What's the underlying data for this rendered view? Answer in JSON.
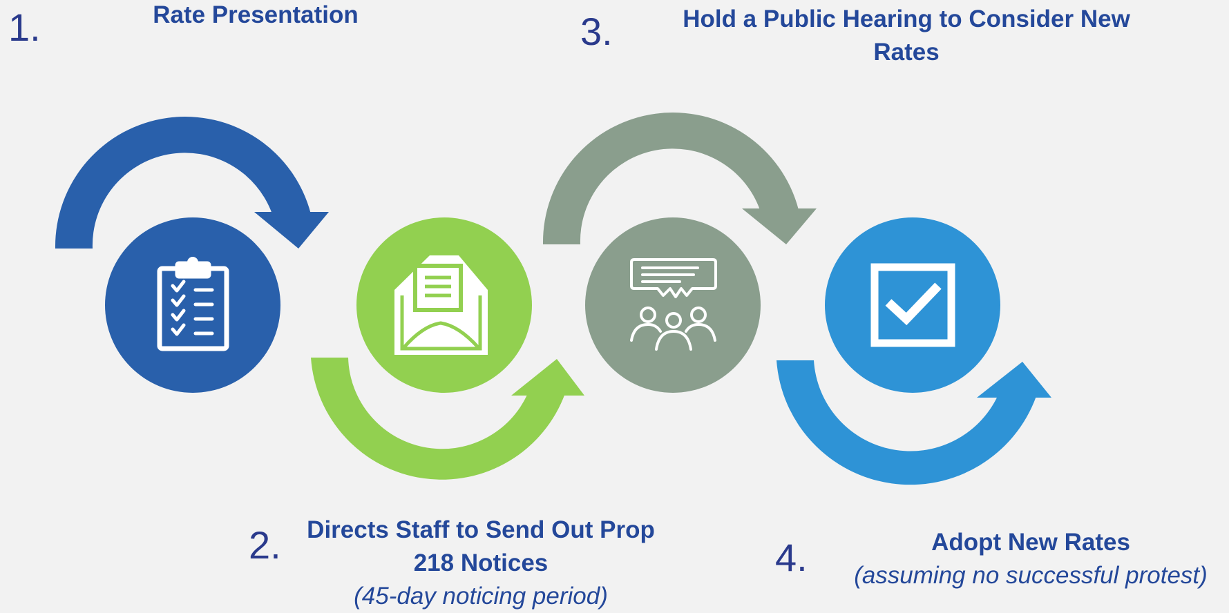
{
  "steps": [
    {
      "number": "1.",
      "title": "Rate Presentation",
      "subtitle": "",
      "icon": "clipboard-checklist-icon",
      "color": "#2960ab"
    },
    {
      "number": "2.",
      "title": "Directs Staff to Send Out Prop 218 Notices",
      "subtitle": "(45-day noticing period)",
      "icon": "open-envelope-letter-icon",
      "color": "#92d050"
    },
    {
      "number": "3.",
      "title": "Hold a Public Hearing to Consider New Rates",
      "subtitle": "",
      "icon": "meeting-speech-bubble-icon",
      "color": "#8a9e8d"
    },
    {
      "number": "4.",
      "title": "Adopt New Rates",
      "subtitle": "(assuming no successful protest)",
      "icon": "checkbox-checked-icon",
      "color": "#2e93d6"
    }
  ],
  "colors": {
    "background": "#f2f2f2",
    "number": "#2a3a8c",
    "title": "#24489a"
  }
}
